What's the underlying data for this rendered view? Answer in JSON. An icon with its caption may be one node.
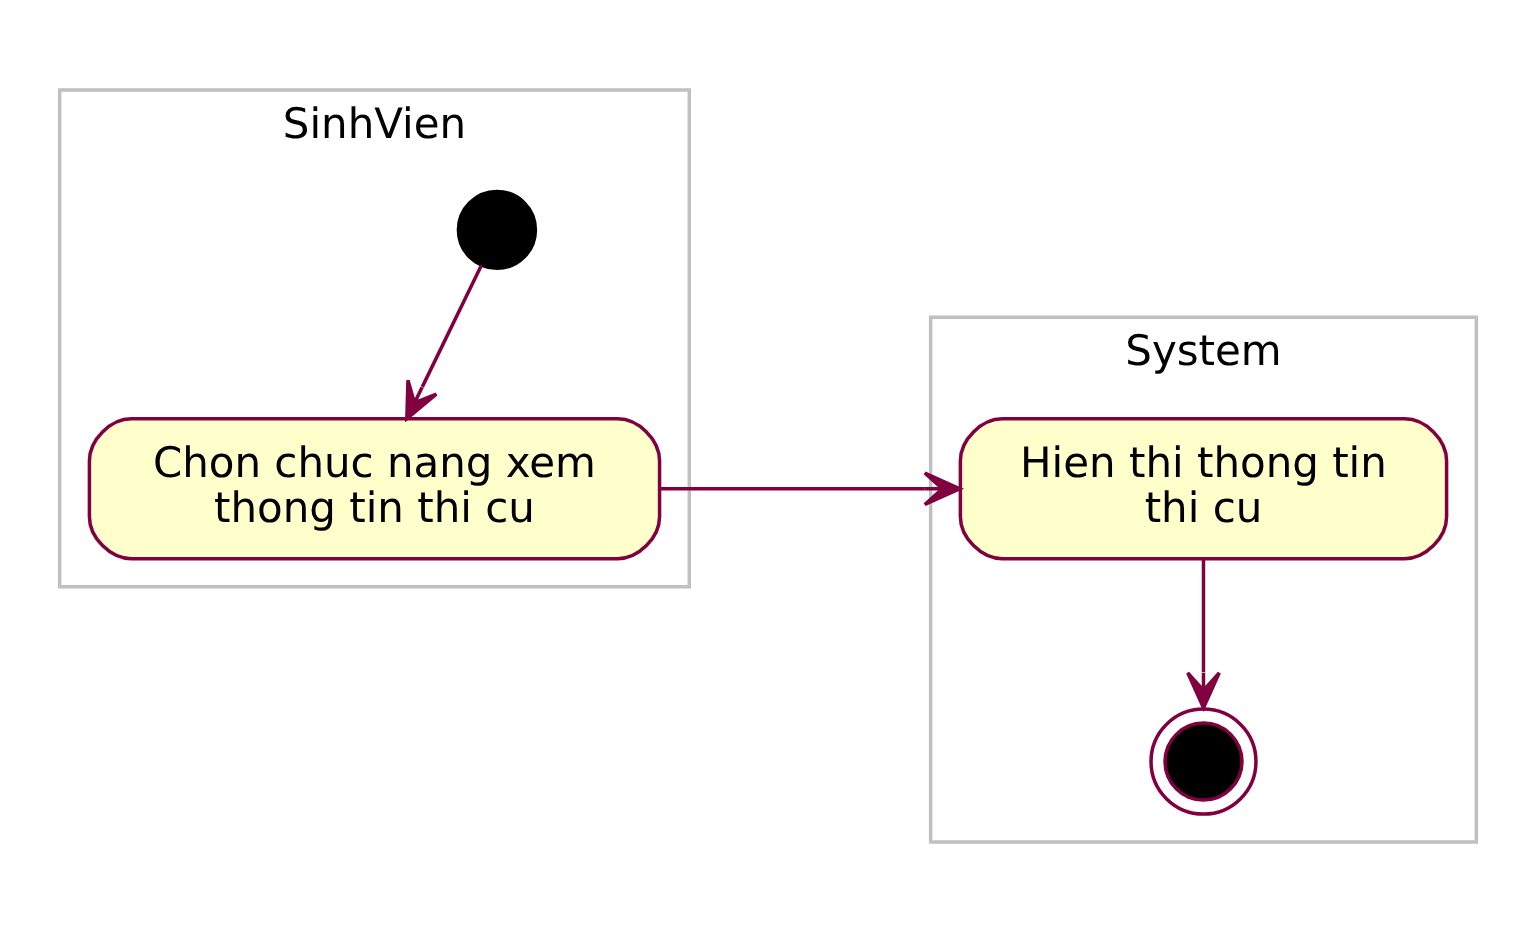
{
  "diagram": {
    "nodes": [
      {
        "text": [
          "SinhVien"
        ]
      },
      {
        "text": [
          "System"
        ]
      },
      {
        "text": [],
        "shape": "circle",
        "in": 0
      },
      {
        "text": [
          "Chon chuc nang xem thong tin thi cu"
        ],
        "in": 0
      },
      {
        "text": [
          "Hien thi thong tin thi cu"
        ],
        "in": 1
      },
      {
        "text": [],
        "shape": "bullseye",
        "in": 1
      }
    ],
    "edges": [
      {
        "from": 2,
        "to": 3,
        "arrow": "to"
      },
      {
        "from": 3,
        "to": 4,
        "arrow": "to"
      },
      {
        "from": 4,
        "to": 5,
        "arrow": "to"
      }
    ]
  }
}
